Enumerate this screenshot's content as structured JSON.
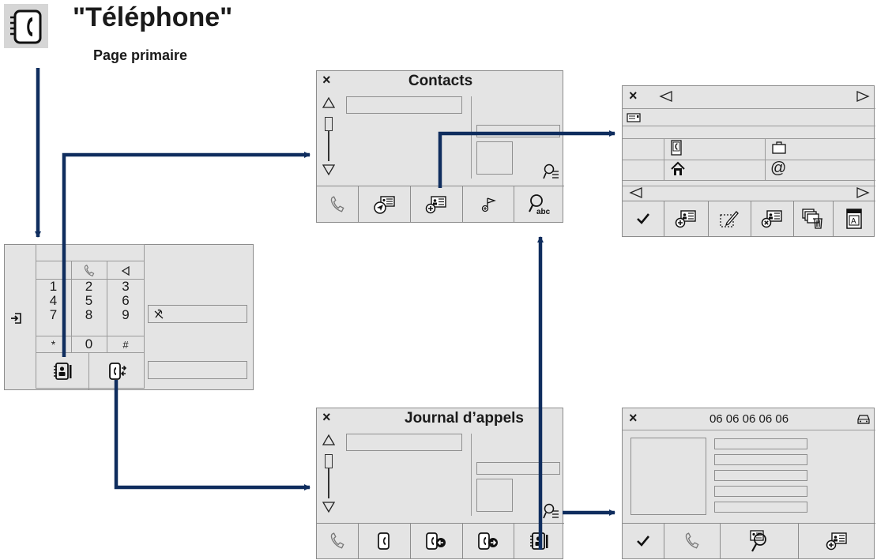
{
  "header": {
    "title": "\"Téléphone\"",
    "subtitle": "Page primaire",
    "icon": "phone-directory-icon"
  },
  "dialpad": {
    "keys": [
      "1",
      "2",
      "3",
      "4",
      "5",
      "6",
      "7",
      "8",
      "9",
      "*",
      "0",
      "#"
    ],
    "icons": [
      "handset-icon",
      "backspace-triangle-icon",
      "login-arrow-icon",
      "mute-mic-icon",
      "contacts-book-icon",
      "call-log-icon"
    ]
  },
  "contacts": {
    "title": "Contacts",
    "buttons": [
      "handset-icon",
      "contact-navigate-icon",
      "contact-add-icon",
      "contact-ringtone-icon",
      "search-abc-icon"
    ]
  },
  "contact_detail": {
    "buttons": [
      "confirm-icon",
      "contact-add-icon",
      "edit-icon",
      "contact-delete-icon",
      "delete-all-icon",
      "text-card-icon"
    ]
  },
  "call_log": {
    "title": "Journal d’appels",
    "buttons": [
      "handset-icon",
      "phone-icon",
      "missed-call-icon",
      "outgoing-call-icon",
      "contacts-book-icon"
    ]
  },
  "call_detail": {
    "number": "06 06 06 06 06",
    "buttons": [
      "confirm-icon",
      "handset-icon",
      "search-contact-icon",
      "contact-add-icon"
    ]
  },
  "colors": {
    "arrow": "#0f2d5e",
    "screen": "#e4e4e4",
    "border": "#8c8c8c"
  }
}
